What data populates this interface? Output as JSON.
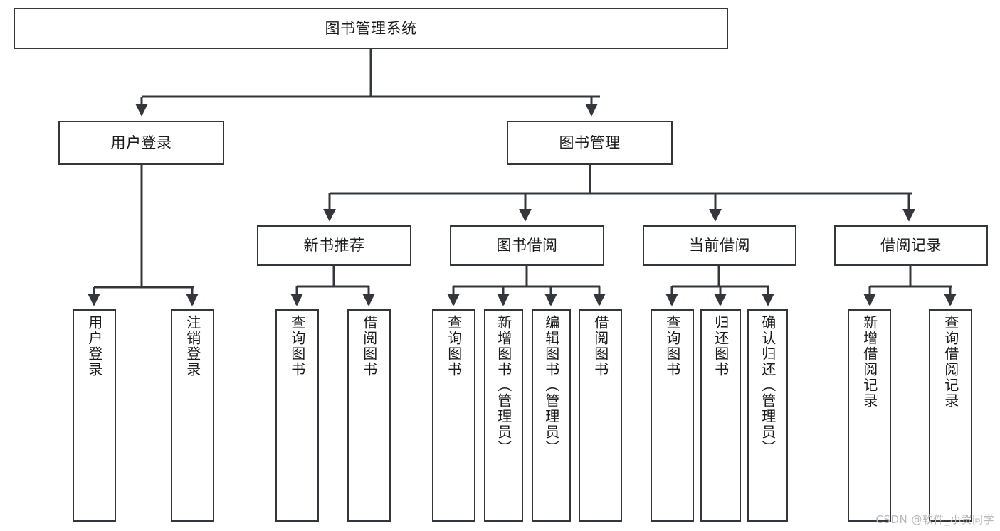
{
  "diagram": {
    "title": "图书管理系统",
    "watermark": "CSDN @软件_小贺同学",
    "line_color": "#33373b",
    "box_fill": "#ffffff",
    "text_color": "#1c1c1c",
    "levels": {
      "root": {
        "label": "图书管理系统"
      },
      "level2": [
        {
          "id": "user-login",
          "label": "用户登录"
        },
        {
          "id": "book-manage",
          "label": "图书管理"
        }
      ],
      "level3": [
        {
          "id": "new-book-rec",
          "label": "新书推荐",
          "parent": "book-manage"
        },
        {
          "id": "book-borrow",
          "label": "图书借阅",
          "parent": "book-manage"
        },
        {
          "id": "current-borrow",
          "label": "当前借阅",
          "parent": "book-manage"
        },
        {
          "id": "borrow-record",
          "label": "借阅记录",
          "parent": "book-manage"
        }
      ],
      "leaves": [
        {
          "id": "leaf-user-login",
          "label": "用户登录",
          "parent": "user-login"
        },
        {
          "id": "leaf-logout",
          "label": "注销登录",
          "parent": "user-login"
        },
        {
          "id": "leaf-query-book-1",
          "label": "查询图书",
          "parent": "new-book-rec"
        },
        {
          "id": "leaf-borrow-book-1",
          "label": "借阅图书",
          "parent": "new-book-rec"
        },
        {
          "id": "leaf-query-book-2",
          "label": "查询图书",
          "parent": "book-borrow"
        },
        {
          "id": "leaf-add-book",
          "label": "新增图书（管理员）",
          "parent": "book-borrow"
        },
        {
          "id": "leaf-edit-book",
          "label": "编辑图书（管理员）",
          "parent": "book-borrow"
        },
        {
          "id": "leaf-borrow-book-2",
          "label": "借阅图书",
          "parent": "book-borrow"
        },
        {
          "id": "leaf-query-book-3",
          "label": "查询图书",
          "parent": "current-borrow"
        },
        {
          "id": "leaf-return-book",
          "label": "归还图书",
          "parent": "current-borrow"
        },
        {
          "id": "leaf-confirm-return",
          "label": "确认归还（管理员）",
          "parent": "current-borrow"
        },
        {
          "id": "leaf-add-record",
          "label": "新增借阅记录",
          "parent": "borrow-record"
        },
        {
          "id": "leaf-query-record",
          "label": "查询借阅记录",
          "parent": "borrow-record"
        }
      ]
    }
  }
}
